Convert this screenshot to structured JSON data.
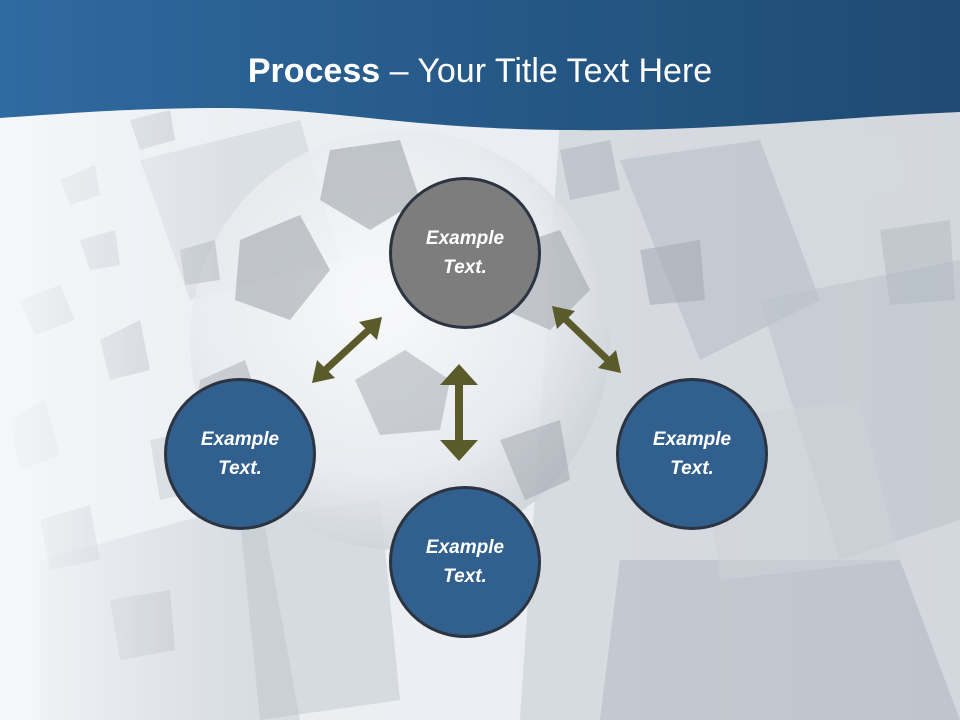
{
  "slide": {
    "title_bold": "Process",
    "title_rest": " – Your Title Text Here"
  },
  "nodes": {
    "top": "Example Text.",
    "left": "Example Text.",
    "right": "Example Text.",
    "bottom": "Example Text."
  },
  "colors": {
    "header": "#2f5f8f",
    "node_blue": "#31608f",
    "node_gray": "#7d7d7d",
    "arrow": "#5b5a2b"
  }
}
